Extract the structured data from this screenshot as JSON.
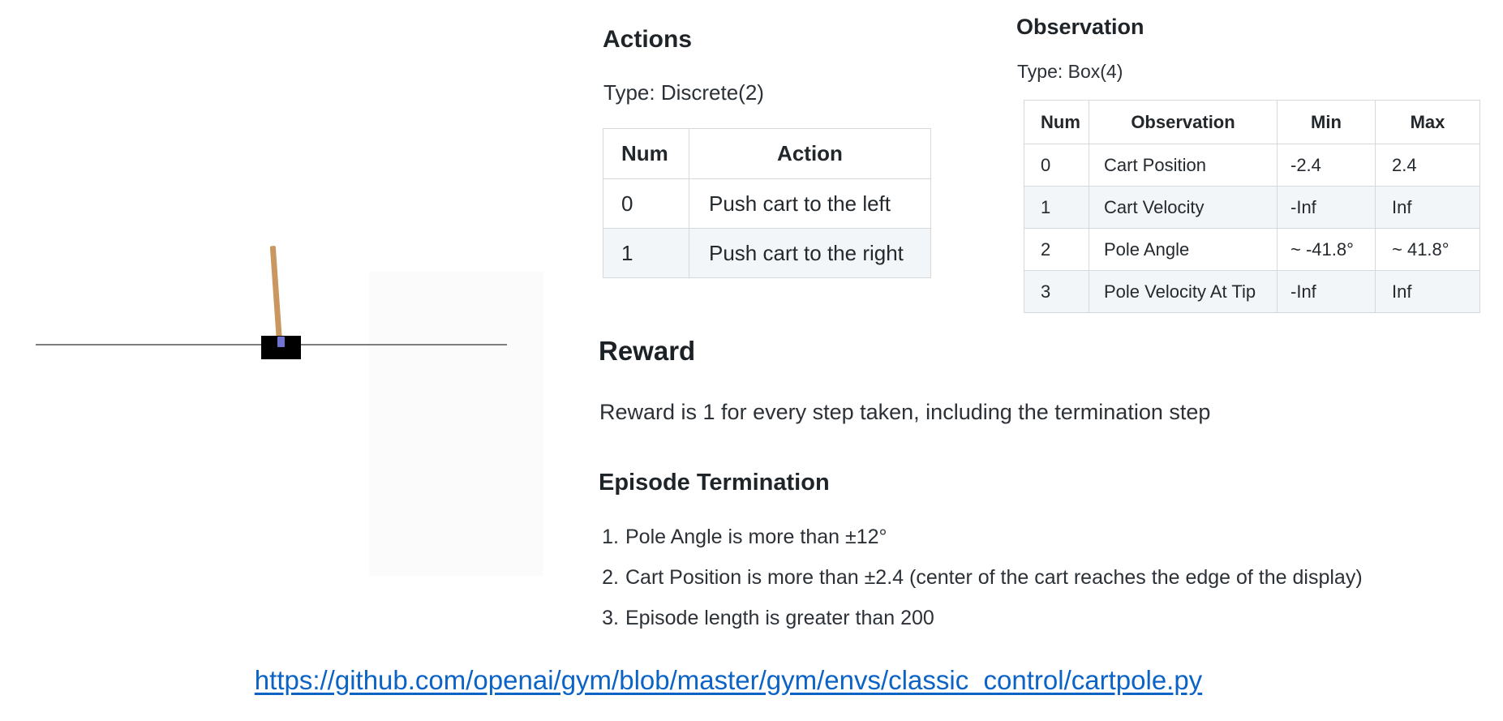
{
  "cartpole": {
    "colors": {
      "pole": "#c9975f",
      "axle": "#7173d2",
      "cart": "#000000",
      "track": "#7d7d7d"
    }
  },
  "actions": {
    "title": "Actions",
    "type_label": "Type: Discrete(2)",
    "table": {
      "headers": [
        "Num",
        "Action"
      ],
      "rows": [
        [
          "0",
          "Push cart to the left"
        ],
        [
          "1",
          "Push cart to the right"
        ]
      ]
    }
  },
  "observation": {
    "title": "Observation",
    "type_label": "Type: Box(4)",
    "table": {
      "headers": [
        "Num",
        "Observation",
        "Min",
        "Max"
      ],
      "rows": [
        [
          "0",
          "Cart Position",
          "-2.4",
          "2.4"
        ],
        [
          "1",
          "Cart Velocity",
          "-Inf",
          "Inf"
        ],
        [
          "2",
          "Pole Angle",
          "~ -41.8°",
          "~ 41.8°"
        ],
        [
          "3",
          "Pole Velocity At Tip",
          "-Inf",
          "Inf"
        ]
      ]
    }
  },
  "reward": {
    "title": "Reward",
    "description": "Reward is 1 for every step taken, including the termination step"
  },
  "episode_termination": {
    "title": "Episode Termination",
    "items": [
      "Pole Angle is more than ±12°",
      "Cart Position is more than ±2.4 (center of the cart reaches the edge of the display)",
      "Episode length is greater than 200"
    ]
  },
  "link": {
    "url_text": "https://github.com/openai/gym/blob/master/gym/envs/classic_control/cartpole.py",
    "color": "#0c63c6"
  }
}
